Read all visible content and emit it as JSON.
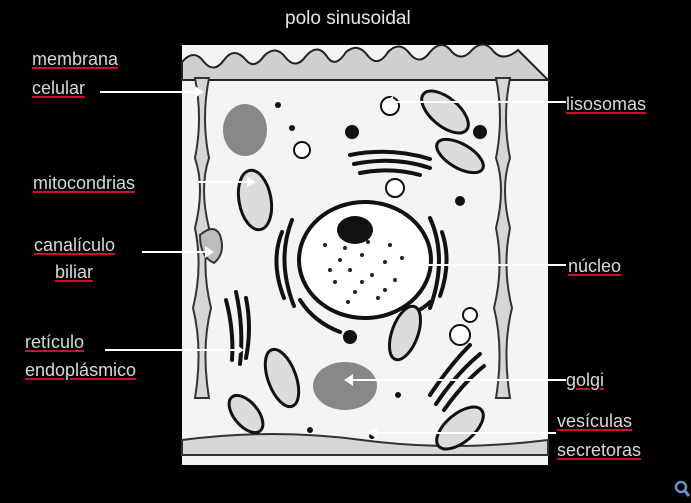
{
  "title": "polo sinusoidal",
  "labels": {
    "membrana_line1": "membrana",
    "membrana_line2": "celular",
    "mitocondrias": "mitocondrias",
    "canaliculo_line1": "canalículo",
    "canaliculo_line2": "biliar",
    "reticulo_line1": "retículo",
    "reticulo_line2": "endoplásmico",
    "lisosomas": "lisosomas",
    "nucleo": "núcleo",
    "golgi": "golgi",
    "vesiculas_line1": "vesículas",
    "vesiculas_line2": "secretoras"
  },
  "icons": {
    "zoom": "magnifier-icon"
  },
  "colors": {
    "background": "#000000",
    "label_text": "#d8d8d8",
    "underline": "#c8102e",
    "cell_fill": "#f4f4f4"
  }
}
